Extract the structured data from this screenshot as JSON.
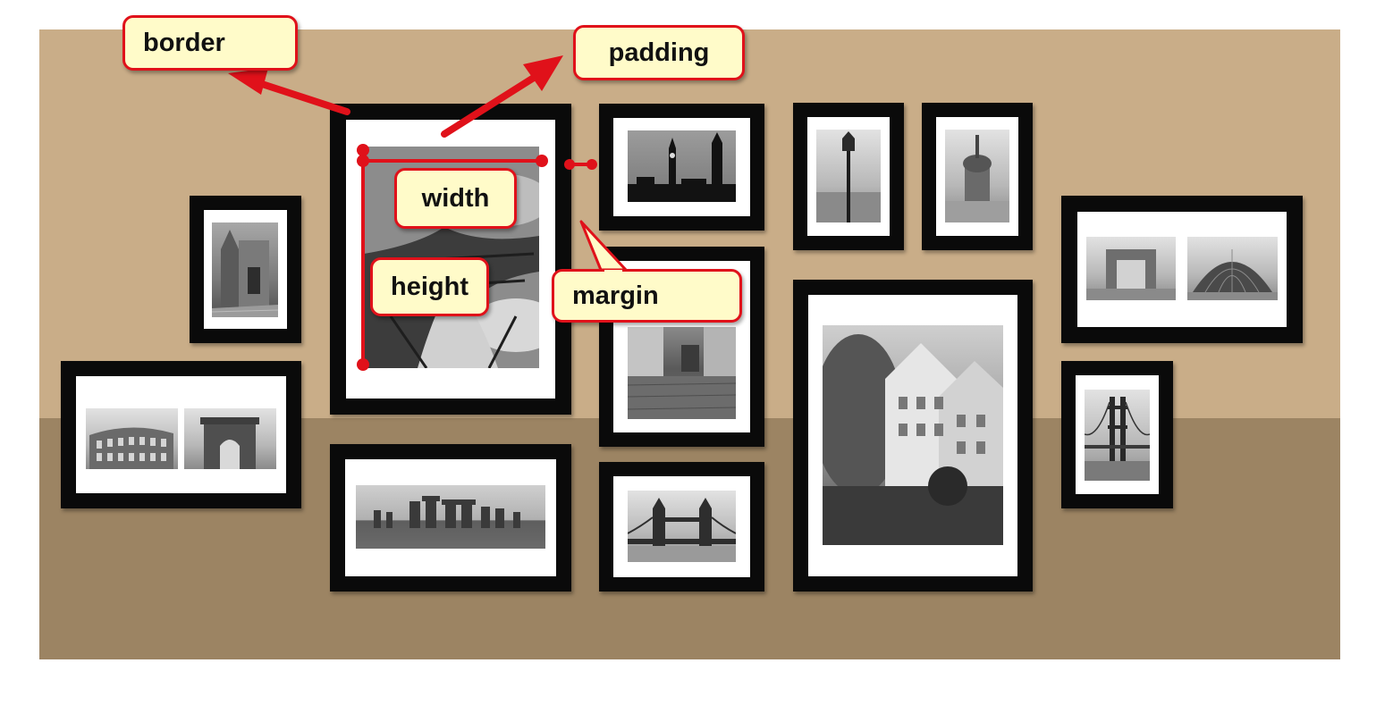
{
  "labels": {
    "border": "border",
    "padding": "padding",
    "width": "width",
    "height": "height",
    "margin": "margin"
  },
  "colors": {
    "wall": "#c9ad88",
    "floor": "#9c8463",
    "frame": "#0a0a0a",
    "mat": "#ffffff",
    "callout_fill": "#fffbc9",
    "callout_border": "#e0111a",
    "arrow": "#e0111a"
  },
  "frames": [
    {
      "name": "frame-eiffel-tower",
      "subject": "eiffel-tower"
    },
    {
      "name": "frame-big-ben",
      "subject": "big-ben"
    },
    {
      "name": "frame-street-lamp",
      "subject": "street-lamp"
    },
    {
      "name": "frame-church-tower",
      "subject": "church-tower"
    },
    {
      "name": "frame-gothic-doorway",
      "subject": "gothic-doorway"
    },
    {
      "name": "frame-colosseum-arc",
      "subject": "colosseum-and-arc-de-triomphe"
    },
    {
      "name": "frame-stonehenge",
      "subject": "stonehenge"
    },
    {
      "name": "frame-cobbled-street",
      "subject": "cobbled-street"
    },
    {
      "name": "frame-tower-bridge",
      "subject": "tower-bridge"
    },
    {
      "name": "frame-old-town-mill",
      "subject": "old-town-mill"
    },
    {
      "name": "frame-grande-arche-dome",
      "subject": "grande-arche-and-dome"
    },
    {
      "name": "frame-golden-gate",
      "subject": "golden-gate-bridge"
    }
  ]
}
